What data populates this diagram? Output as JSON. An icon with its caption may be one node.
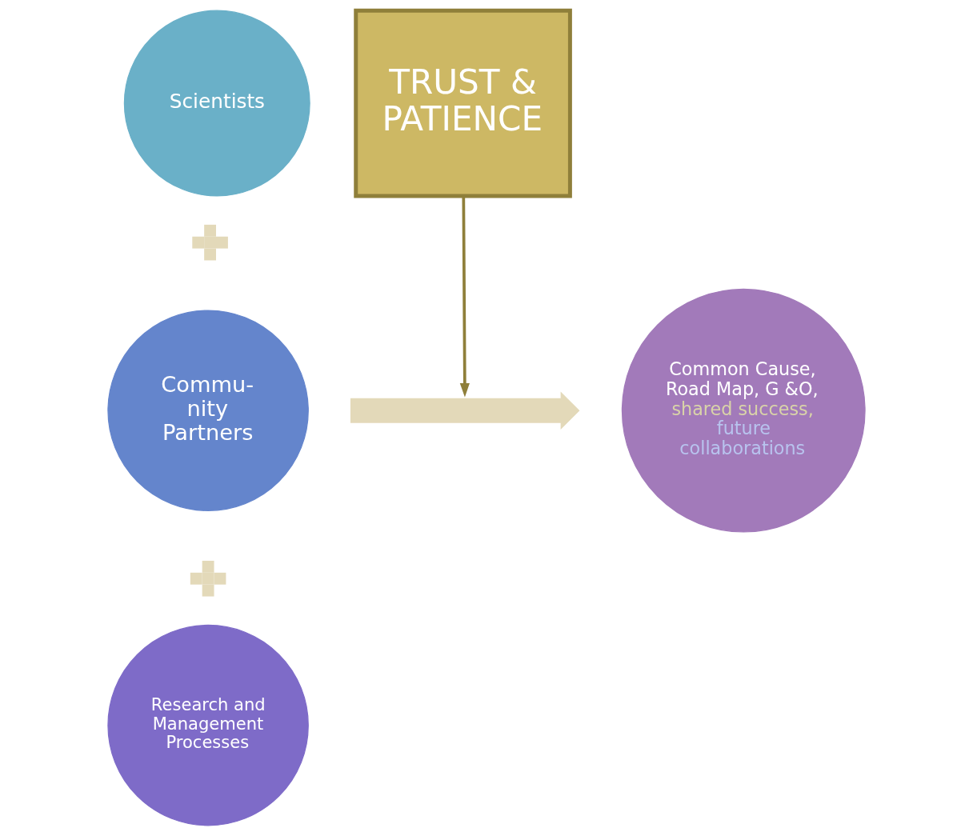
{
  "diagram": {
    "nodes": [
      {
        "text": [
          "Scientists"
        ]
      },
      {
        "text": [
          "TRUST & PATIENCE"
        ]
      },
      {
        "text": [],
        "shape": "plus"
      },
      {
        "text": [
          "Commu-nity Partners"
        ]
      },
      {
        "text": [],
        "shape": "arrow"
      },
      {
        "text": [
          "Common Cause, Road Map, G &O,",
          "shared success,",
          "future collaborations"
        ]
      },
      {
        "text": [],
        "shape": "plus"
      },
      {
        "text": [
          "Research and Management Processes"
        ]
      }
    ],
    "edges": [
      {
        "from": 1,
        "to": 4,
        "arrow": "to",
        "color": "#8f7f3a"
      }
    ]
  }
}
